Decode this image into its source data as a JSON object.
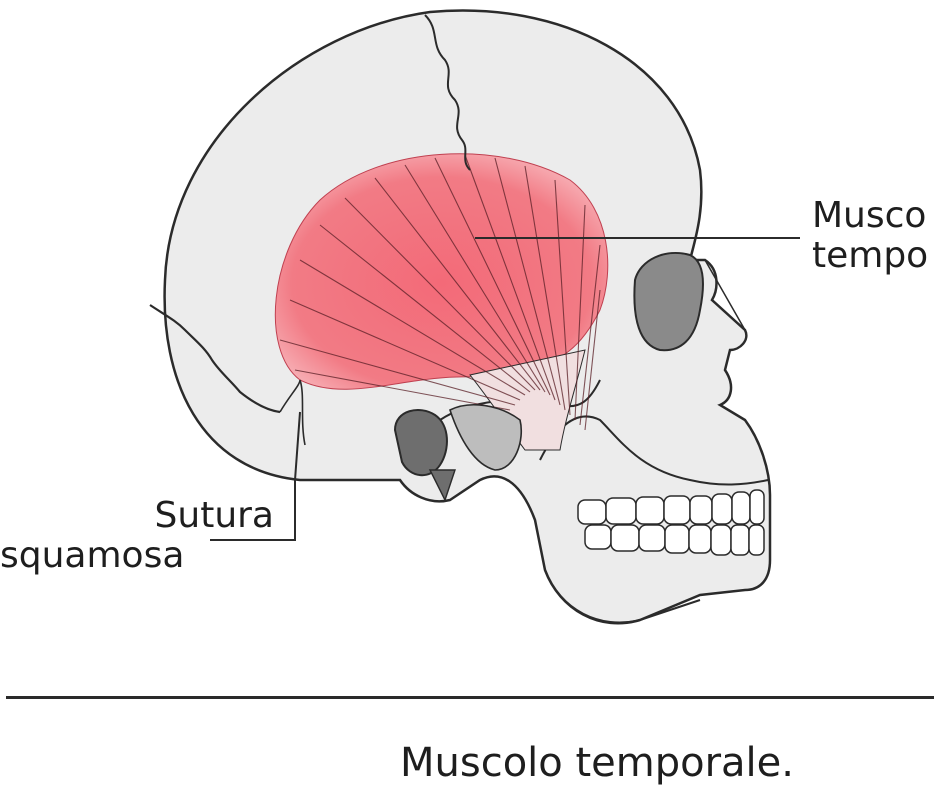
{
  "labels": {
    "muscle_line1": "Musco",
    "muscle_line2": "tempo",
    "suture_line1": "Sutura",
    "suture_line2": "squamosa"
  },
  "caption": "Muscolo temporale.",
  "colors": {
    "skull_fill": "#ececec",
    "outline": "#2b2b2b",
    "muscle": "#f0707a",
    "orbit": "#8a8a8a"
  }
}
